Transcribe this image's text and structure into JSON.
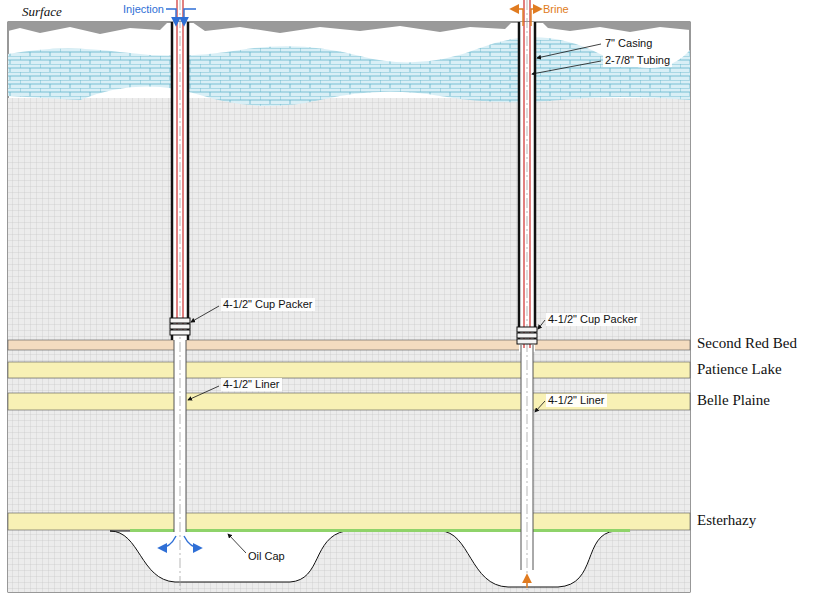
{
  "diagram": {
    "labels": [
      "Injection",
      "Brine",
      "Surface",
      "7\" Casing",
      "2-7/8\" Tubing",
      "4-1/2\" Cup Packer",
      "4-1/2\" Cup Packer",
      "Second Red Bed",
      "Patience Lake",
      "4-1/2\" Liner",
      "4-1/2\" Liner",
      "Belle Plaine",
      "Esterhazy",
      "Oil Cap"
    ]
  }
}
